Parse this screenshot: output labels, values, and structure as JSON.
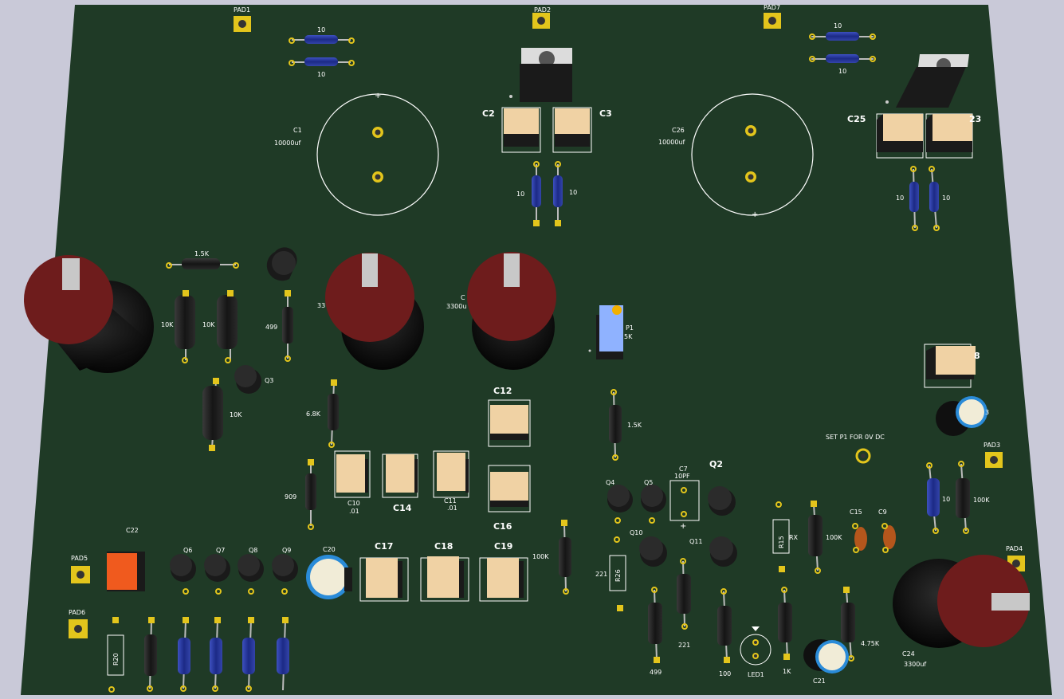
{
  "colors": {
    "background": "#c9c9d8",
    "board": "#1f3a26",
    "pad": "#e3c51c",
    "silk": "#ffffff",
    "resistor_black": "#1a1a1a",
    "resistor_blue": "#2a3a9a",
    "cap_body": "#f0d2a4",
    "electrolytic_top": "#6e1c1c",
    "trimmer": "#8fb2ff",
    "ceramic": "#b4561c",
    "orange_cap": "#f05a1e"
  },
  "pads": [
    {
      "name": "PAD1",
      "label": "PAD1"
    },
    {
      "name": "PAD2",
      "label": "PAD2"
    },
    {
      "name": "PAD7",
      "label": "PAD7"
    },
    {
      "name": "PAD3",
      "label": "PAD3"
    },
    {
      "name": "PAD4",
      "label": "PAD4"
    },
    {
      "name": "PAD5",
      "label": "PAD5"
    },
    {
      "name": "PAD6",
      "label": "PAD6"
    }
  ],
  "labels": {
    "c1_ref": "C1",
    "c1_val": "10000uf",
    "c26_ref": "C26",
    "c26_val": "10000uf",
    "c2": "C2",
    "c3": "C3",
    "c25": "C25",
    "c23": "23",
    "c12": "C12",
    "c16": "C16",
    "c14": "C14",
    "c10_ref": "C10",
    "c10_val": ".01",
    "c11_ref": "C11",
    "c11_val": ".01",
    "c17": "C17",
    "c18": "C18",
    "c19": "C19",
    "c20": "C20",
    "c22": "C22",
    "c7_ref": "C7",
    "c7_val": "10PF",
    "c8": "8",
    "c13": "3",
    "c15": "C15",
    "c9": "C9",
    "c21": "C21",
    "c24_ref": "C24",
    "c24_val": "3300uf",
    "c_left_val": "33",
    "c_mid_ref": "C",
    "c_mid_val": "3300u",
    "q2": "Q2",
    "q3": "Q3",
    "q4": "Q4",
    "q5": "Q5",
    "q6": "Q6",
    "q7": "Q7",
    "q8": "Q8",
    "q9": "Q9",
    "q10": "Q10",
    "q11": "Q11",
    "p1_ref": "P1",
    "p1_val": "5K",
    "r_10": "10",
    "r_15k": "1.5K",
    "r_10k": "10K",
    "r_499": "499",
    "r_68k": "6.8K",
    "r_909": "909",
    "r_100k": "100K",
    "r_221": "221",
    "r_100": "100",
    "r_1k": "1K",
    "r_475k": "4.75K",
    "r26": "R26",
    "r15": "R15",
    "r20": "R20",
    "rx": "RX",
    "led1": "LED1",
    "note": "SET P1 FOR 0V DC"
  }
}
